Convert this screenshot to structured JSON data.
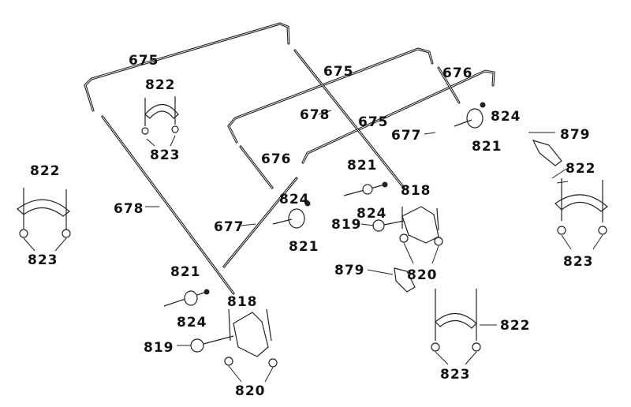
{
  "labels": {
    "l675a": "675",
    "l675b": "675",
    "l675c": "675",
    "l676a": "676",
    "l676b": "676",
    "l678a": "678",
    "l678b": "678",
    "l677a": "677",
    "l677b": "677",
    "l822a": "822",
    "l822b": "822",
    "l822c": "822",
    "l822d": "822",
    "l823a": "823",
    "l823b": "823",
    "l823c": "823",
    "l823d": "823",
    "l821a": "821",
    "l821b": "821",
    "l821c": "821",
    "l821d": "821",
    "l824a": "824",
    "l824b": "824",
    "l824c": "824",
    "l824d": "824",
    "l818a": "818",
    "l818b": "818",
    "l819a": "819",
    "l819b": "819",
    "l820a": "820",
    "l820b": "820",
    "l879a": "879",
    "l879b": "879"
  }
}
